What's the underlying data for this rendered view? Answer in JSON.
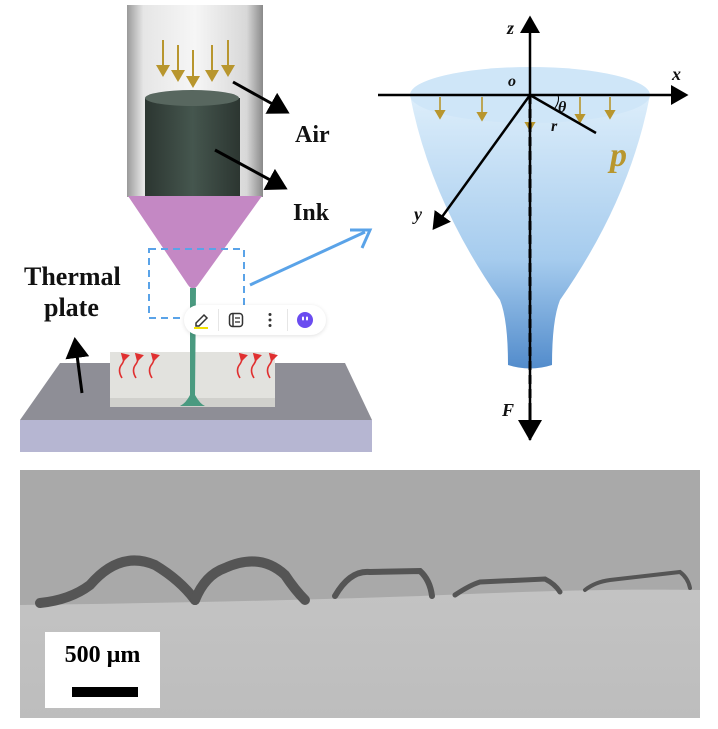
{
  "labels": {
    "air": "Air",
    "ink": "Ink",
    "thermal": "Thermal",
    "plate": "plate",
    "z": "z",
    "x": "x",
    "y": "y",
    "o": "o",
    "theta": "θ",
    "r": "r",
    "p": "p",
    "F": "F"
  },
  "scale_bar": {
    "label": "500 µm"
  },
  "toolbar": {
    "items": [
      "highlighter-icon",
      "notes-icon",
      "more-icon",
      "assistant-icon"
    ]
  },
  "colors": {
    "pressure_arrow": "#b8962e",
    "guide_arrow": "#5aa3e8",
    "cone": "#c488c4",
    "ink": "#3a4a42",
    "jet": "#4a9a80",
    "heat": "#e03030",
    "assistant": "#6a4cf0"
  }
}
